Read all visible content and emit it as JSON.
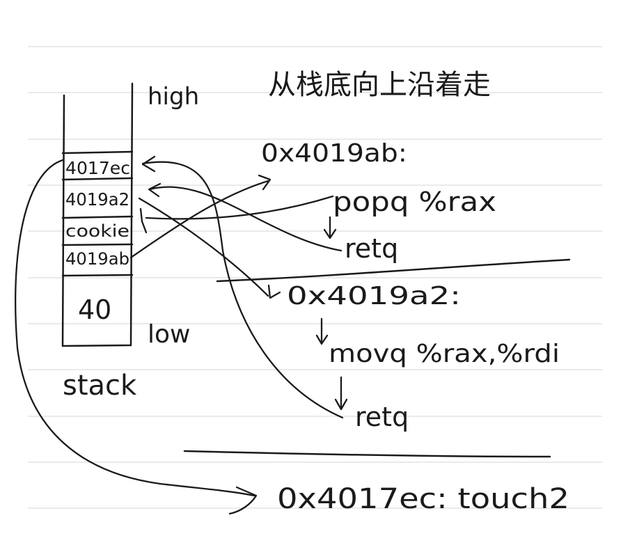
{
  "title": "从栈底向上沿着走",
  "stack": {
    "high_label": "high",
    "low_label": "low",
    "caption": "stack",
    "cells": [
      "4017ec",
      "4019a2",
      "cookie",
      "4019ab"
    ],
    "padding_value": "40"
  },
  "gadget1": {
    "address": "0x4019ab:",
    "instr1": "popq %rax",
    "instr2": "retq"
  },
  "gadget2": {
    "address": "0x4019a2:",
    "instr1": "movq %rax,%rdi",
    "instr2": "retq"
  },
  "target": {
    "text": "0x4017ec: touch2"
  },
  "colors": {
    "ink": "#1a1a1a",
    "ruled_line": "#e3e3e3",
    "paper": "#ffffff"
  }
}
